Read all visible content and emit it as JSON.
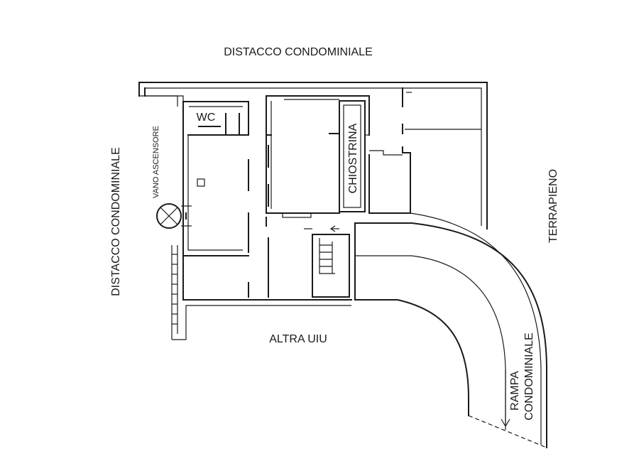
{
  "labels": {
    "top": "DISTACCO CONDOMINIALE",
    "left": "DISTACCO CONDOMINIALE",
    "right": "TERRAPIENO",
    "bottom": "ALTRA UIU",
    "wc": "WC",
    "chiostrina": "CHIOSTRINA",
    "elevator": "VANO ASCENSORE",
    "ramp_line1": "RAMPA",
    "ramp_line2": "CONDOMINIALE"
  },
  "colors": {
    "line": "#1a1a1a",
    "background": "#ffffff"
  }
}
